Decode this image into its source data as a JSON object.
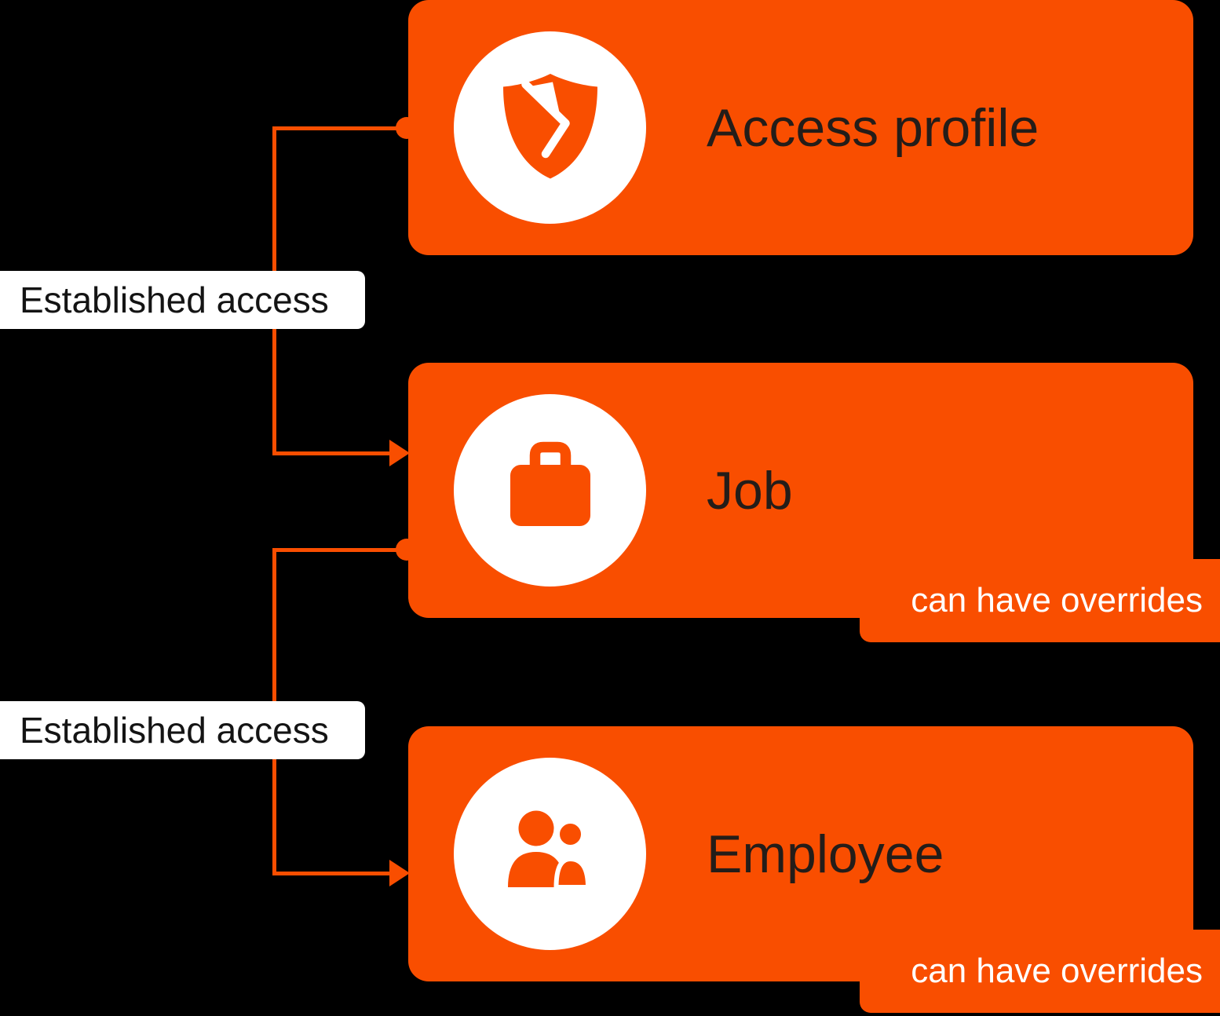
{
  "colors": {
    "orange": "#F94E00",
    "card_text": "#241d19",
    "connector_label_text": "#141414",
    "override_text": "#ffffff",
    "icon_circle": "#ffffff",
    "background": "#000000"
  },
  "cards": [
    {
      "label": "Access profile",
      "icon": "shield-icon"
    },
    {
      "label": "Job",
      "icon": "briefcase-icon",
      "override": "can have overrides"
    },
    {
      "label": "Employee",
      "icon": "people-icon",
      "override": "can have overrides"
    }
  ],
  "connectors": [
    {
      "label": "Established access",
      "from": "Access profile",
      "to": "Job"
    },
    {
      "label": "Established access",
      "from": "Job",
      "to": "Employee"
    }
  ]
}
